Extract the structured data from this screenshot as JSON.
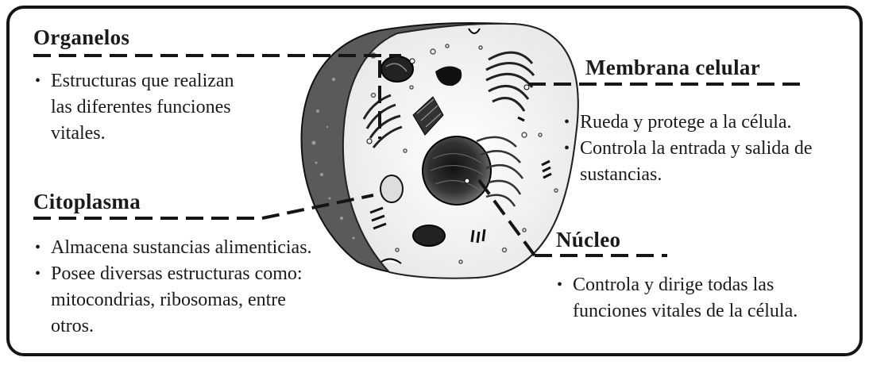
{
  "sections": {
    "organelos": {
      "title": "Organelos",
      "bullets": [
        [
          "Estructuras que realizan",
          "las diferentes funciones",
          "vitales."
        ]
      ]
    },
    "citoplasma": {
      "title": "Citoplasma",
      "bullets": [
        [
          "Almacena sustancias alimenticias."
        ],
        [
          "Posee diversas estructuras como:",
          "mitocondrias, ribosomas, entre",
          "otros."
        ]
      ]
    },
    "membrana": {
      "title": "Membrana celular",
      "bullets": [
        [
          "Rueda y protege a la célula."
        ],
        [
          "Controla la entrada y salida de",
          "sustancias."
        ]
      ]
    },
    "nucleo": {
      "title": "Núcleo",
      "bullets": [
        [
          "Controla y dirige todas las",
          "funciones vitales de la célula."
        ]
      ]
    }
  }
}
